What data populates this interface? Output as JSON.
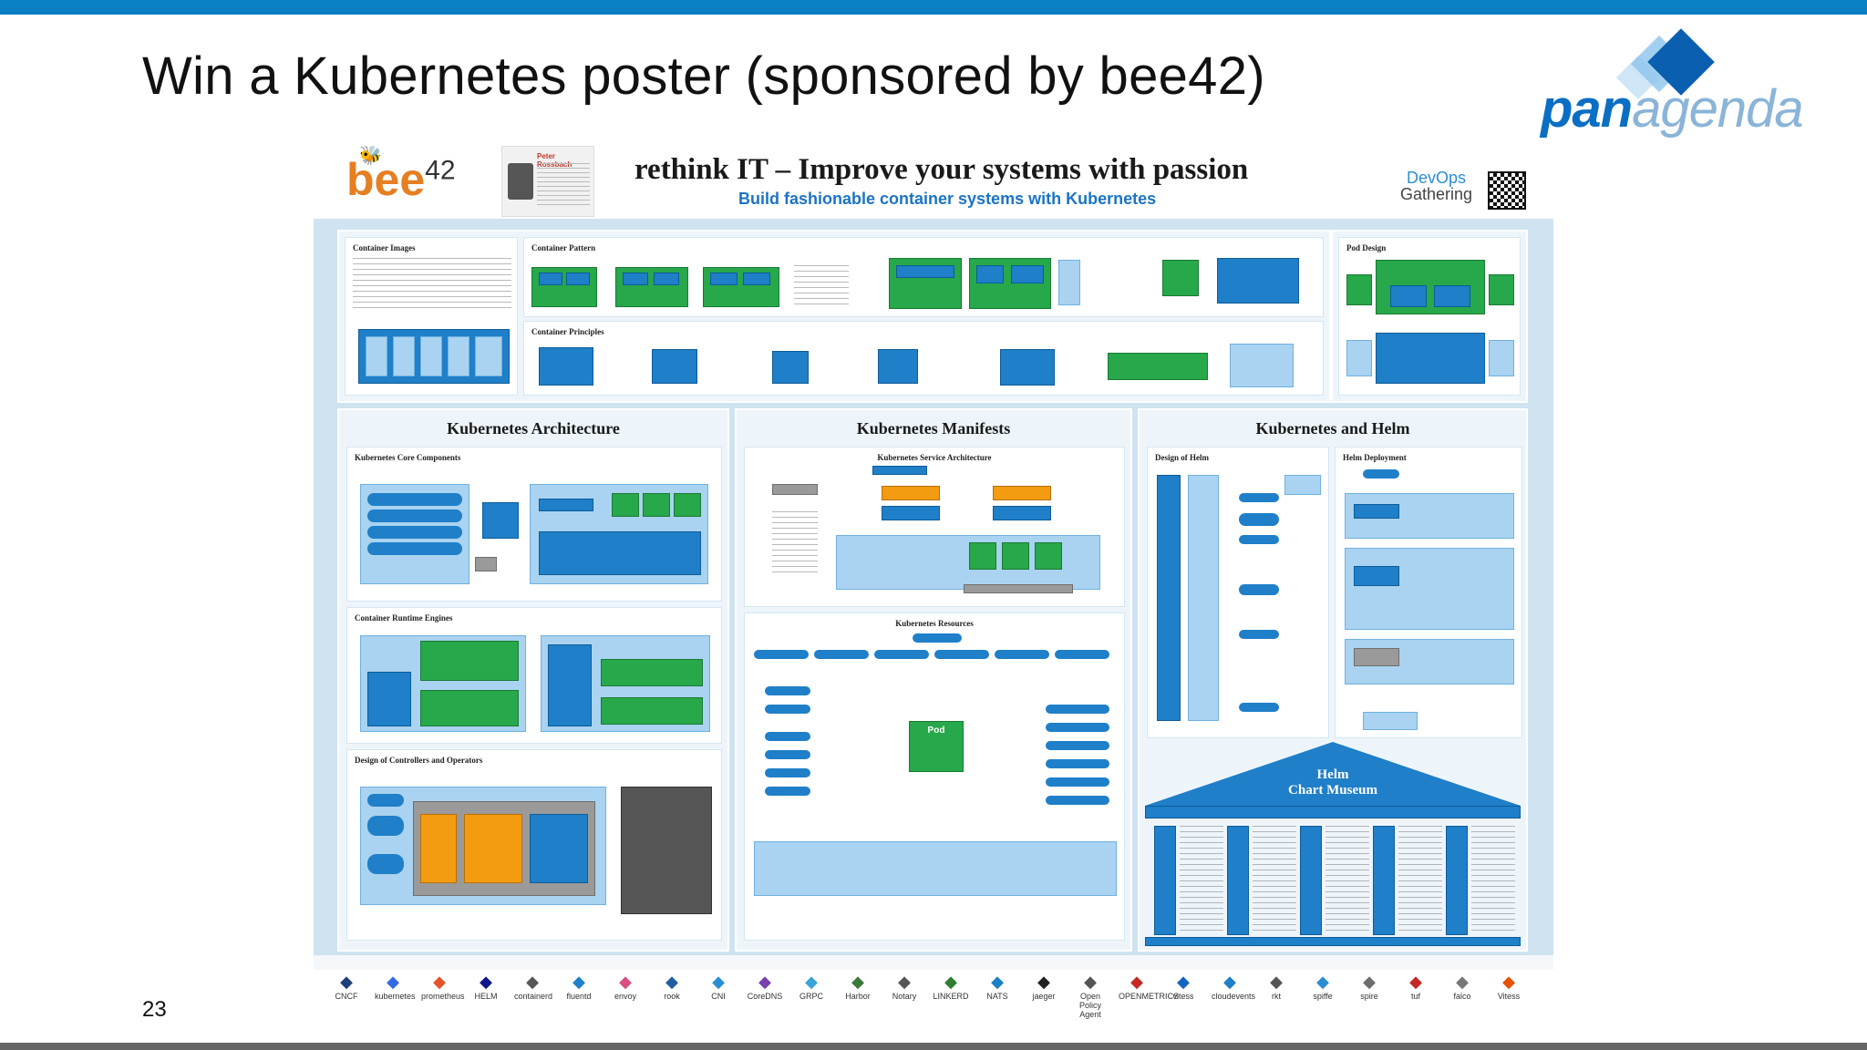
{
  "slide": {
    "title": "Win a Kubernetes poster (sponsored by bee42)",
    "page_number": "23"
  },
  "brand": {
    "logo_part1": "pan",
    "logo_part2": "agenda",
    "accent_color": "#0a7fc4"
  },
  "poster": {
    "sponsor_logo": "bee",
    "sponsor_logo_sup": "42",
    "author_name": "Peter Rossbach",
    "title": "rethink IT – Improve your systems with passion",
    "subtitle": "Build fashionable container systems with Kubernetes",
    "event_line1": "DevOps",
    "event_line2": "Gathering",
    "sections": {
      "container_images": "Container Images",
      "container_pattern": "Container Pattern",
      "container_principles": "Container Principles",
      "pod_design": "Pod Design",
      "k8s_architecture": "Kubernetes Architecture",
      "k8s_core_components": "Kubernetes Core Components",
      "container_runtime_engines": "Container Runtime Engines",
      "controllers_operators": "Design of Controllers and Operators",
      "k8s_manifests": "Kubernetes Manifests",
      "k8s_service_architecture": "Kubernetes Service Architecture",
      "k8s_resources": "Kubernetes Resources",
      "k8s_and_helm": "Kubernetes and Helm",
      "design_of_helm": "Design of Helm",
      "helm_deployment": "Helm Deployment",
      "helm_chart_museum_line1": "Helm",
      "helm_chart_museum_line2": "Chart Museum"
    },
    "pod_label": "Pod",
    "tech_logos": [
      "CNCF",
      "kubernetes",
      "prometheus",
      "HELM",
      "containerd",
      "fluentd",
      "envoy",
      "rook",
      "CNI",
      "CoreDNS",
      "GRPC",
      "Harbor",
      "Notary",
      "LINKERD",
      "NATS",
      "jaeger",
      "Open Policy Agent",
      "OPENMETRICS",
      "vitess",
      "cloudevents",
      "rkt",
      "spiffe",
      "spire",
      "tuf",
      "falco",
      "Vitess"
    ]
  }
}
